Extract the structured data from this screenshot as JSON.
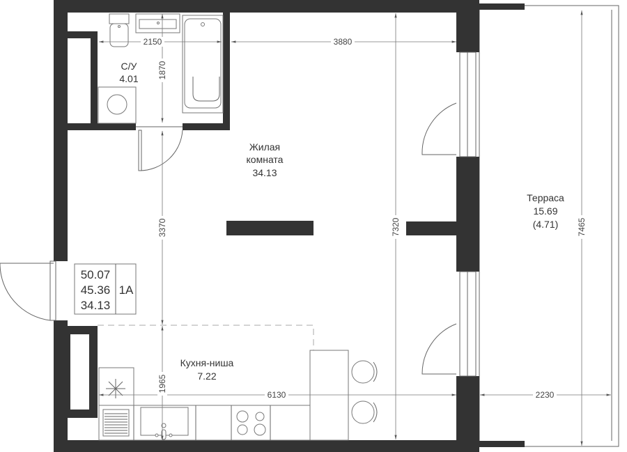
{
  "plan": {
    "rooms": {
      "bathroom": {
        "name": "С/У",
        "area": "4.01"
      },
      "living": {
        "name_line1": "Жилая",
        "name_line2": "комната",
        "area": "34.13"
      },
      "terrace": {
        "name": "Терраса",
        "area": "15.69",
        "area_reduced": "(4.71)"
      },
      "kitchen": {
        "name": "Кухня-ниша",
        "area": "7.22"
      }
    },
    "info_box": {
      "total_area": "50.07",
      "living_total": "45.36",
      "living_area": "34.13",
      "type": "1A"
    },
    "dimensions": {
      "bath_width": "2150",
      "room_width_top": "3880",
      "bath_depth": "1870",
      "room_depth": "3370",
      "kitchen_depth": "1965",
      "apartment_width": "6130",
      "apartment_depth": "7320",
      "terrace_depth": "7465",
      "terrace_width": "2230"
    },
    "colors": {
      "wall": "#333333",
      "line": "#777777"
    }
  }
}
